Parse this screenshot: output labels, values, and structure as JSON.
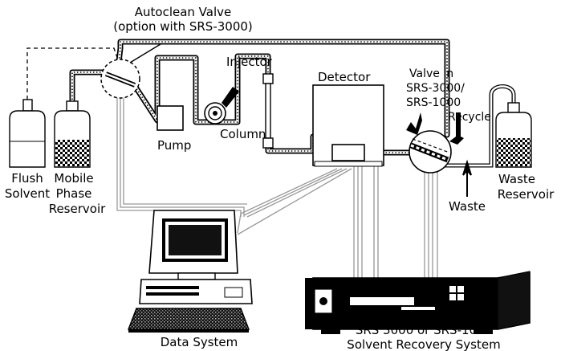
{
  "labels": {
    "autoclean_valve_line1": "Autoclean Valve",
    "autoclean_valve_line2": "(option with SRS-3000)",
    "injector": "Injector",
    "detector": "Detector",
    "valve_in_line1": "Valve in",
    "valve_in_line2": "SRS-3000/",
    "valve_in_line3": "SRS-1000",
    "recycle": "Recycle",
    "pump": "Pump",
    "column": "Column",
    "flush_line1": "Flush",
    "flush_line2": "Solvent",
    "mobile_line1": "Mobile",
    "mobile_line2": "Phase",
    "mobile_line3": "Reservoir",
    "waste": "Waste",
    "waste_res_line1": "Waste",
    "waste_res_line2": "Reservoir",
    "data_system": "Data System",
    "srs_line1": "SRS 3000 or SRS-1000",
    "srs_line2": "Solvent Recovery System"
  }
}
